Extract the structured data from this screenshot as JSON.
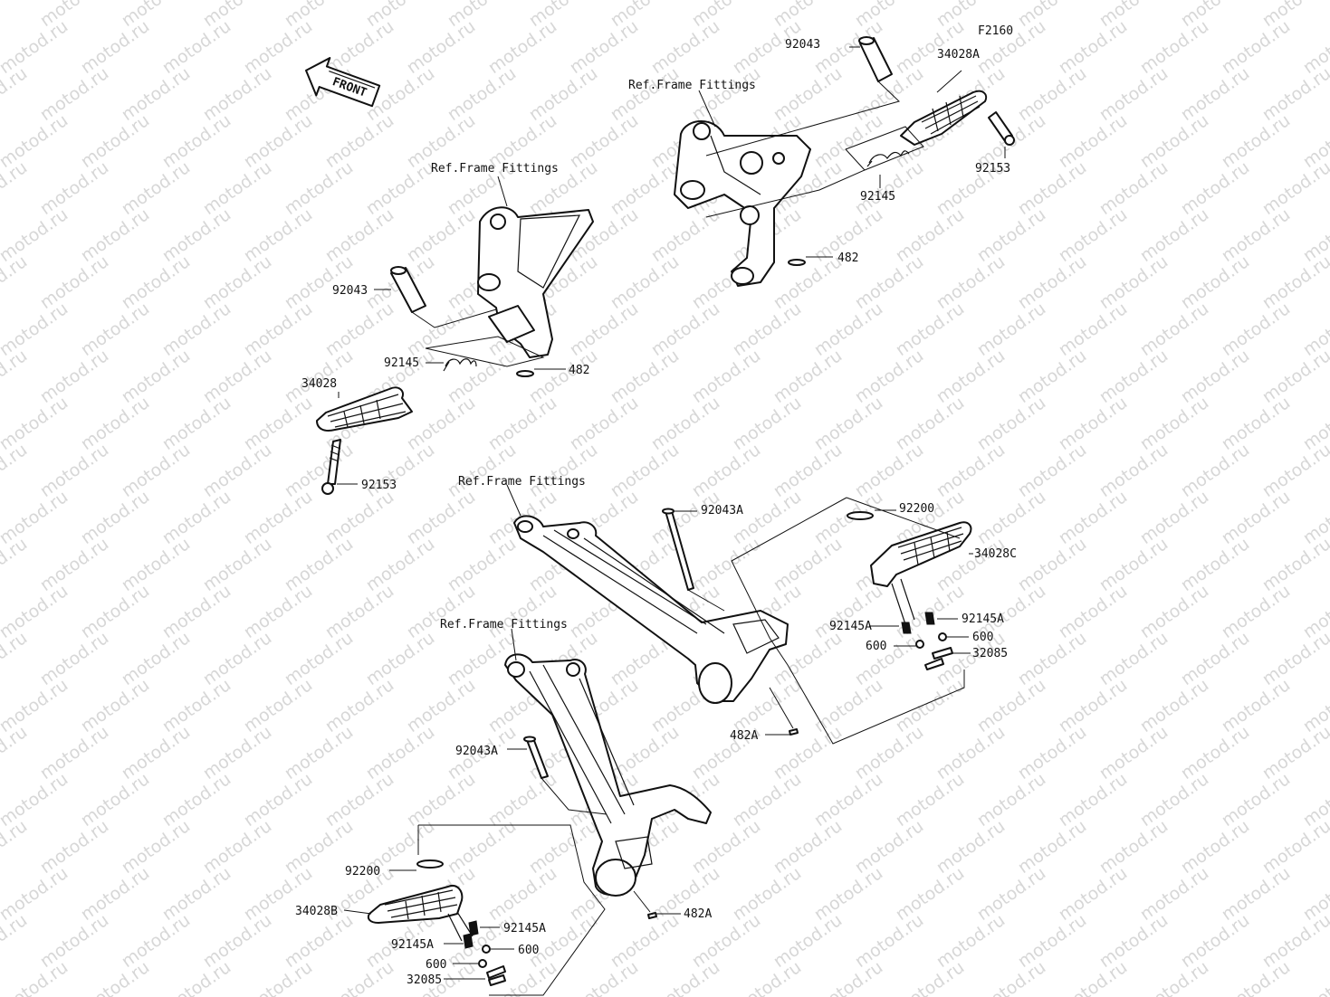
{
  "figure_code": "F2160",
  "front_arrow": {
    "text": "FRONT",
    "icon": "front-direction-arrow-icon"
  },
  "watermark": "motod.ru",
  "ref_label": "Ref.Frame Fittings",
  "groups": {
    "front_right": {
      "ref": "Ref.Frame Fittings",
      "pin": "92043",
      "step": "34028A",
      "bolt": "92153",
      "spring": "92145",
      "ring": "482"
    },
    "front_left": {
      "ref": "Ref.Frame Fittings",
      "pin": "92043",
      "spring": "92145",
      "ring": "482",
      "step": "34028",
      "bolt": "92153"
    },
    "rear_right": {
      "ref": "Ref.Frame Fittings",
      "pin": "92043A",
      "washer": "92200",
      "step": "34028C",
      "spring_left": "92145A",
      "spring_right": "92145A",
      "ball_left": "600",
      "ball_right": "600",
      "plate": "32085",
      "ring": "482A"
    },
    "rear_left": {
      "ref": "Ref.Frame Fittings",
      "pin": "92043A",
      "washer": "92200",
      "step": "34028B",
      "spring_right": "92145A",
      "spring_left": "92145A",
      "ball_right": "600",
      "ball_left": "600",
      "plate": "32085",
      "ring": "482A"
    }
  }
}
